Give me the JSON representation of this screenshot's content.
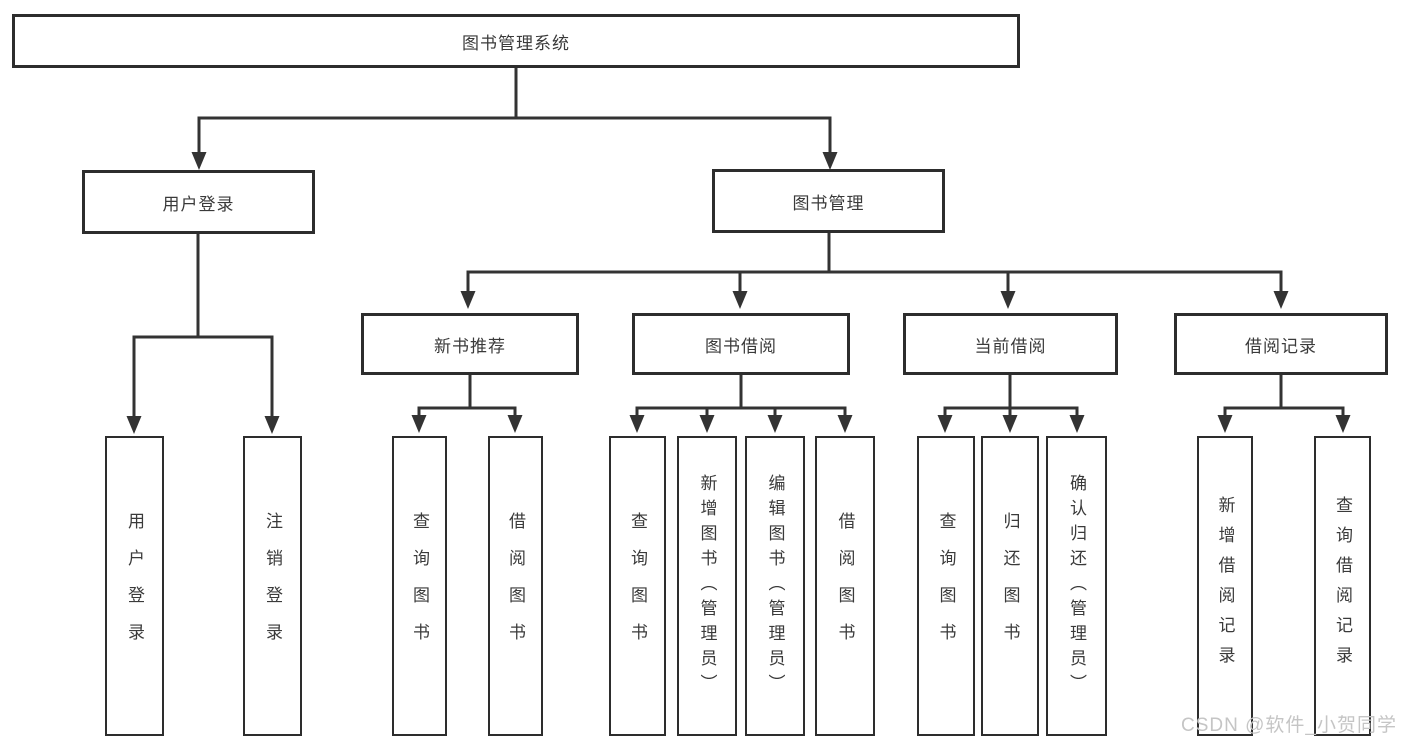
{
  "tree": {
    "root": "图书管理系统",
    "user_login": {
      "label": "用户登录",
      "children": [
        "用户登录",
        "注销登录"
      ]
    },
    "book_mgmt": {
      "label": "图书管理",
      "sections": [
        {
          "label": "新书推荐",
          "children": [
            "查询图书",
            "借阅图书"
          ]
        },
        {
          "label": "图书借阅",
          "children": [
            "查询图书",
            "新增图书（管理员）",
            "编辑图书（管理员）",
            "借阅图书"
          ]
        },
        {
          "label": "当前借阅",
          "children": [
            "查询图书",
            "归还图书",
            "确认归还（管理员）"
          ]
        },
        {
          "label": "借阅记录",
          "children": [
            "新增借阅记录",
            "查询借阅记录"
          ]
        }
      ]
    }
  },
  "colors": {
    "line": "#333333",
    "border": "#2d2d2d",
    "text": "#3a3a3a",
    "watermark": "#c5c5c5"
  },
  "watermark": "CSDN @软件_小贺同学"
}
